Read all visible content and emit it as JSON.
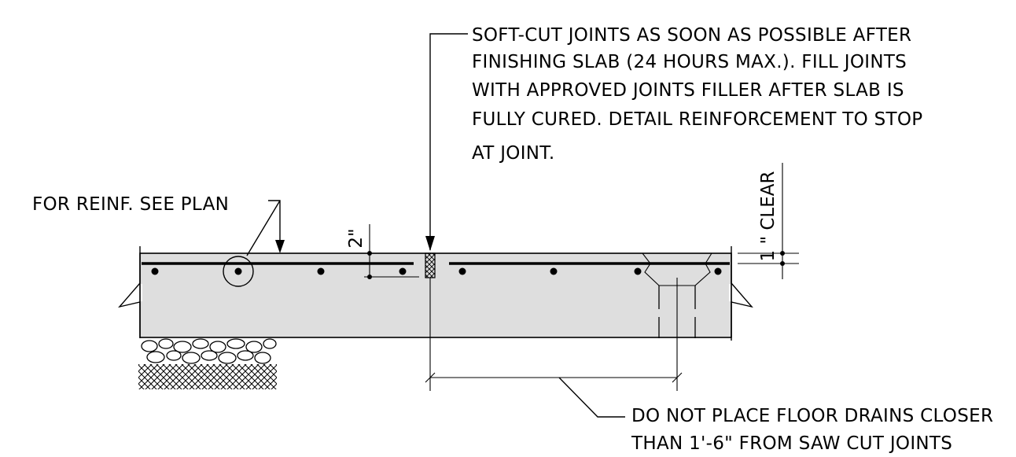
{
  "notes": {
    "soft_cut": [
      "SOFT-CUT JOINTS AS SOON AS POSSIBLE AFTER",
      "FINISHING SLAB (24 HOURS MAX.). FILL JOINTS",
      "WITH APPROVED JOINTS FILLER AFTER SLAB IS",
      "FULLY CURED. DETAIL REINFORCEMENT  TO STOP",
      "AT JOINT."
    ],
    "reinf": "FOR REINF. SEE PLAN",
    "drains": [
      "DO NOT PLACE FLOOR DRAINS CLOSER",
      "THAN 1'-6\" FROM SAW CUT JOINTS"
    ]
  },
  "dimensions": {
    "two_inch": "2\"",
    "one_inch_clear": "1 \" CLEAR"
  },
  "colors": {
    "concrete": "#dedede",
    "filler_hatch": "#000000"
  }
}
